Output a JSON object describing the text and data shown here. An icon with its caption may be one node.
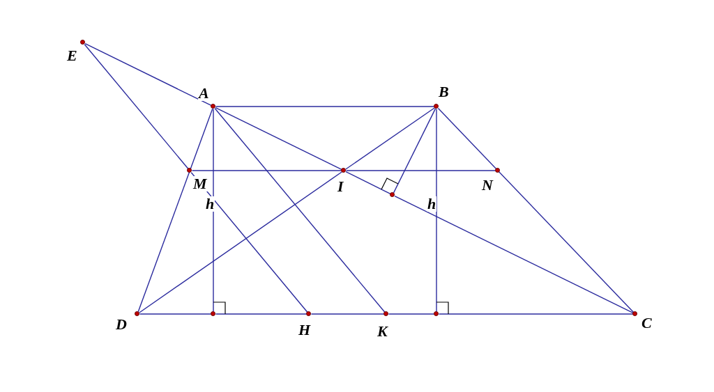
{
  "diagram": {
    "nodes": [
      {
        "text": [
          "E"
        ]
      },
      {
        "text": [
          "A"
        ]
      },
      {
        "text": [
          "B"
        ]
      },
      {
        "text": [
          "M"
        ]
      },
      {
        "text": [
          "I"
        ]
      },
      {
        "text": [
          "N"
        ]
      },
      {
        "text": [],
        "shape": "circle"
      },
      {
        "text": [
          "D"
        ]
      },
      {
        "text": [],
        "shape": "circle"
      },
      {
        "text": [
          "H"
        ]
      },
      {
        "text": [
          "K"
        ]
      },
      {
        "text": [],
        "shape": "circle"
      },
      {
        "text": [
          "C"
        ]
      }
    ],
    "edges": [
      {
        "from": 0,
        "to": 1,
        "arrow": "none"
      },
      {
        "from": 1,
        "to": 4,
        "arrow": "none"
      },
      {
        "from": 4,
        "to": 6,
        "arrow": "none"
      },
      {
        "from": 6,
        "to": 12,
        "arrow": "none"
      },
      {
        "from": 0,
        "to": 3,
        "arrow": "none"
      },
      {
        "from": 1,
        "to": 2,
        "arrow": "none"
      },
      {
        "from": 1,
        "to": 7,
        "arrow": "none"
      },
      {
        "from": 1,
        "to": 8,
        "arrow": "none",
        "label": "h"
      },
      {
        "from": 1,
        "to": 10,
        "arrow": "none"
      },
      {
        "from": 2,
        "to": 4,
        "arrow": "none"
      },
      {
        "from": 4,
        "to": 7,
        "arrow": "none"
      },
      {
        "from": 2,
        "to": 6,
        "arrow": "none"
      },
      {
        "from": 2,
        "to": 11,
        "arrow": "none",
        "label": "h"
      },
      {
        "from": 2,
        "to": 12,
        "arrow": "none"
      },
      {
        "from": 3,
        "to": 4,
        "arrow": "none"
      },
      {
        "from": 4,
        "to": 5,
        "arrow": "none"
      },
      {
        "from": 3,
        "to": 9,
        "arrow": "none"
      },
      {
        "from": 7,
        "to": 8,
        "arrow": "none"
      },
      {
        "from": 8,
        "to": 9,
        "arrow": "none"
      },
      {
        "from": 9,
        "to": 10,
        "arrow": "none"
      },
      {
        "from": 10,
        "to": 11,
        "arrow": "none"
      },
      {
        "from": 11,
        "to": 12,
        "arrow": "none"
      }
    ]
  }
}
